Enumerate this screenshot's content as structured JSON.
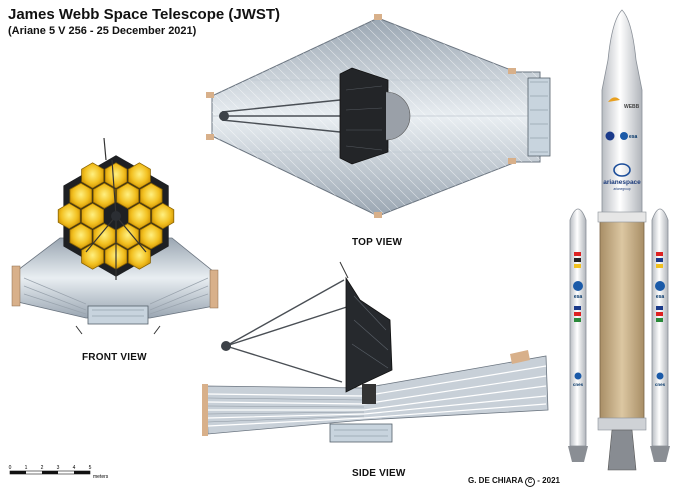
{
  "header": {
    "title": "James Webb Space Telescope (JWST)",
    "subtitle": "(Ariane 5 V 256 - 25 December 2021)"
  },
  "views": {
    "top": "TOP VIEW",
    "front": "FRONT VIEW",
    "side": "SIDE VIEW"
  },
  "scale_bar": {
    "ticks": [
      "0",
      "1",
      "2",
      "3",
      "4",
      "5"
    ],
    "unit": "meters"
  },
  "credit": {
    "author": "G. DE CHIARA",
    "symbol": "C",
    "year": "- 2021"
  },
  "rocket": {
    "fairing_logo": "WEBB",
    "agency_logos": [
      "esa",
      "csa"
    ],
    "brand_name": "arianespace",
    "brand_tag": "arianegroup",
    "booster_logo": "esa",
    "booster_logo_2": "cnes"
  },
  "colors": {
    "mirror_gold": "#e8b818",
    "sunshield": "#c8d0d8",
    "core_stage": "#c9b08a"
  }
}
